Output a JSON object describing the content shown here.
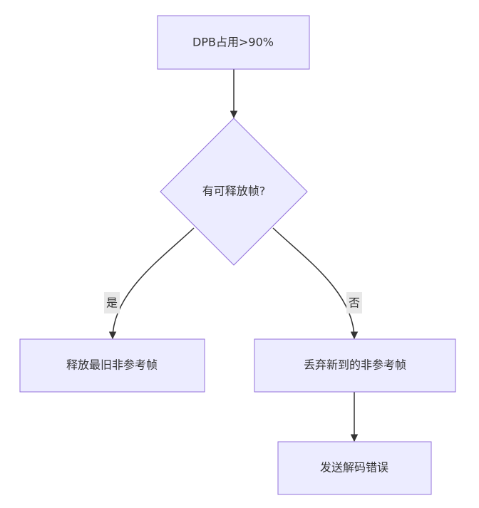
{
  "nodes": {
    "start": "DPB占用>90%",
    "decision": "有可释放帧?",
    "release": "释放最旧非参考帧",
    "discard": "丢弃新到的非参考帧",
    "error": "发送解码错误"
  },
  "edges": {
    "yes": "是",
    "no": "否"
  },
  "colors": {
    "node_fill": "#ECECFF",
    "node_stroke": "#9370DB",
    "edge": "#333333",
    "label_bg": "#e8e8e8"
  }
}
